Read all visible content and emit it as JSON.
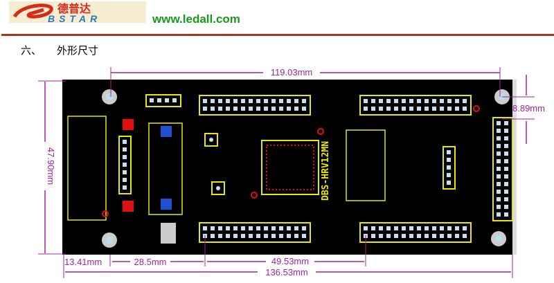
{
  "header": {
    "logo": {
      "cn_text": "德普达",
      "en_text": "BSTAR"
    },
    "url": "www.ledall.com",
    "rule_color": "#a33a1a"
  },
  "section": {
    "number": "六、",
    "title": "外形尺寸"
  },
  "board": {
    "label": "DBS-HRV12MN"
  },
  "dimensions": {
    "top_width": "119.03mm",
    "height": "47.90mm",
    "right_pitch": "8.89mm",
    "left_offset": "13.41mm",
    "offset_2": "28.5mm",
    "offset_3": "49.53mm",
    "total_width": "136.53mm"
  },
  "colors": {
    "dim": "#a0249a",
    "silk": "#e8e800",
    "pad": "#e01010",
    "board": "#000000"
  }
}
